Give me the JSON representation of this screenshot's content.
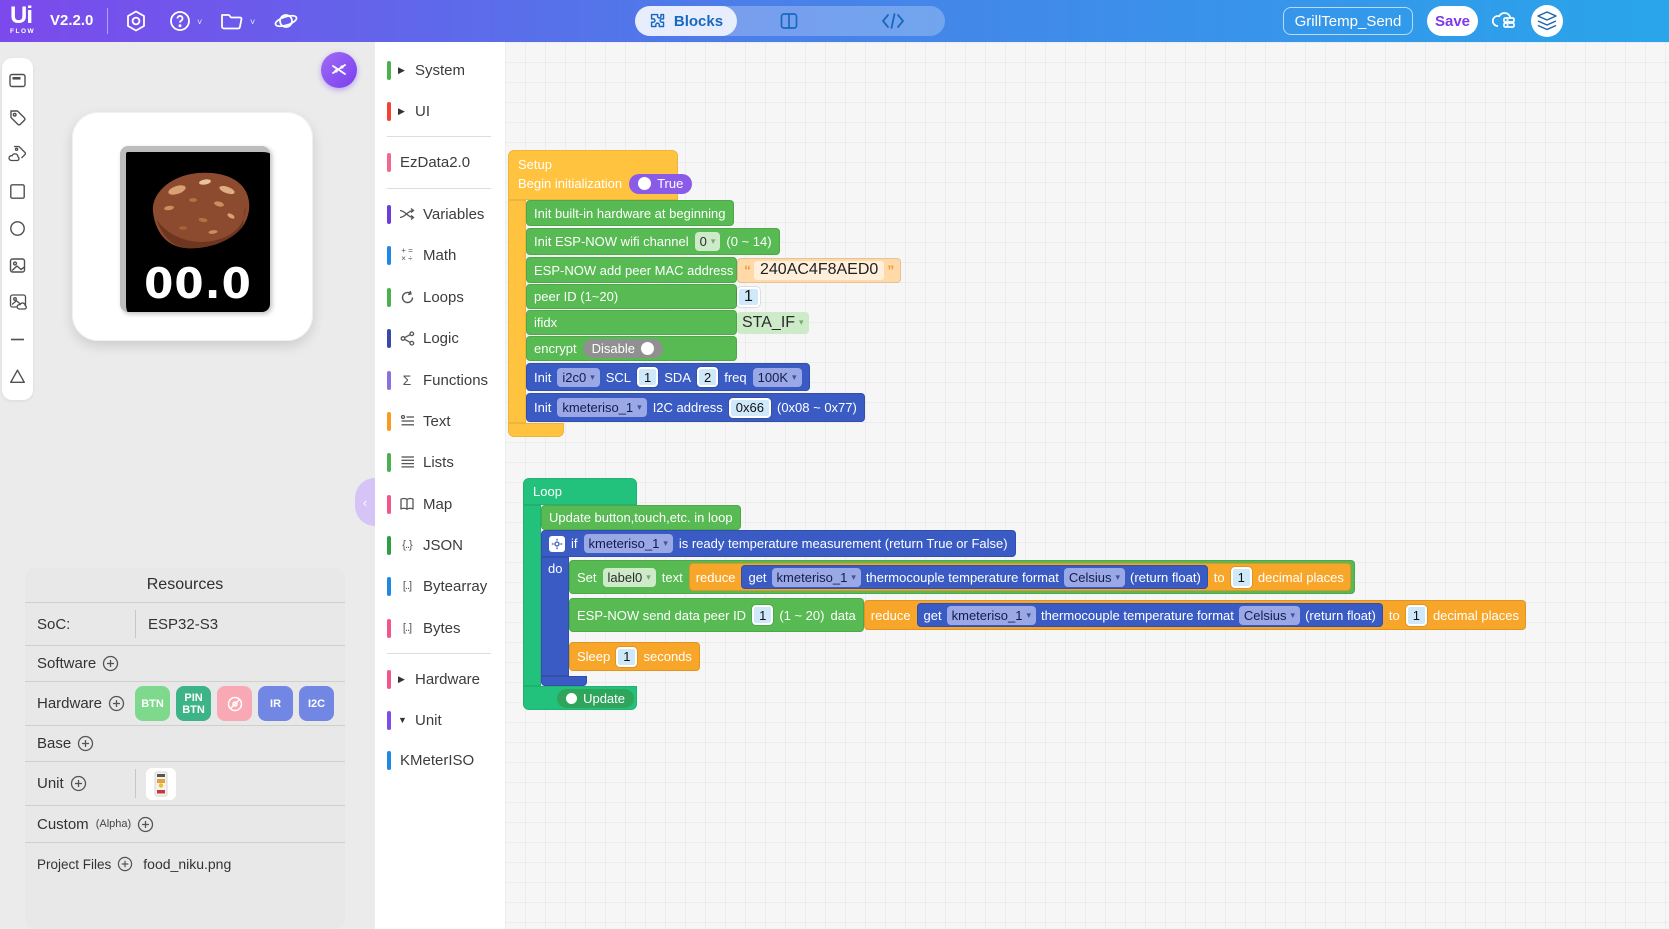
{
  "topbar": {
    "logo_line1": "Ui",
    "logo_line2": "FLOW",
    "version": "V2.2.0",
    "tabs": {
      "blocks_label": "Blocks"
    },
    "project_name": "GrillTemp_Send",
    "save_label": "Save"
  },
  "device_preview": {
    "screen_value": "00.0"
  },
  "resources": {
    "title": "Resources",
    "soc_label": "SoC:",
    "soc_value": "ESP32-S3",
    "software_label": "Software",
    "hardware_label": "Hardware",
    "hardware_badges": [
      {
        "label": "BTN",
        "color": "#7ED98C"
      },
      {
        "label": "PIN BTN",
        "color": "#3CB487"
      },
      {
        "label": "",
        "icon": "led-off-icon",
        "color": "#F8A9B4"
      },
      {
        "label": "IR",
        "color": "#7287E3"
      },
      {
        "label": "I2C",
        "color": "#7287E3"
      }
    ],
    "base_label": "Base",
    "unit_label": "Unit",
    "custom_label": "Custom",
    "custom_suffix": "(Alpha)",
    "project_files_label": "Project Files",
    "project_file": "food_niku.png"
  },
  "categories": [
    {
      "label": "System",
      "color": "#4CAF50"
    },
    {
      "label": "UI",
      "color": "#F44336"
    },
    {
      "label": "EzData2.0",
      "color": "#F2688C"
    },
    {
      "label": "Variables",
      "color": "#6A3FD8"
    },
    {
      "label": "Math",
      "color": "#1E88E5"
    },
    {
      "label": "Loops",
      "color": "#4CAF50"
    },
    {
      "label": "Logic",
      "color": "#3949AB"
    },
    {
      "label": "Functions",
      "color": "#8E6FE0"
    },
    {
      "label": "Text",
      "color": "#FB9A20"
    },
    {
      "label": "Lists",
      "color": "#4CAF50"
    },
    {
      "label": "Map",
      "color": "#F2568C"
    },
    {
      "label": "JSON",
      "color": "#2E9E44"
    },
    {
      "label": "Bytearray",
      "color": "#1E88E5"
    },
    {
      "label": "Bytes",
      "color": "#F2568C"
    },
    {
      "label": "Hardware",
      "color": "#F2568C"
    },
    {
      "label": "Unit",
      "color": "#7C4DE8"
    },
    {
      "label": "KMeterISO",
      "color": "#1E88E5"
    }
  ],
  "setup": {
    "title": "Setup",
    "begin_label": "Begin initialization",
    "begin_value": "True",
    "init_hardware": "Init built-in hardware at beginning",
    "wifi_channel_label": "Init ESP-NOW wifi channel",
    "wifi_channel_value": "0",
    "wifi_channel_range": "(0 ~ 14)",
    "mac_label": "ESP-NOW add peer MAC address",
    "mac_value": "240AC4F8AED0",
    "peer_label": "peer ID (1~20)",
    "peer_value": "1",
    "ifidx_label": "ifidx",
    "ifidx_value": "STA_IF",
    "encrypt_label": "encrypt",
    "encrypt_value": "Disable",
    "i2c": {
      "init": "Init",
      "bus": "i2c0",
      "scl_label": "SCL",
      "scl": "1",
      "sda_label": "SDA",
      "sda": "2",
      "freq_label": "freq",
      "freq": "100K"
    },
    "kmeter": {
      "init": "Init",
      "dev": "kmeteriso_1",
      "addr_label": "I2C address",
      "addr": "0x66",
      "range": "(0x08 ~ 0x77)"
    }
  },
  "loop": {
    "title": "Loop",
    "update_row": "Update button,touch,etc. in loop",
    "if_label": "if",
    "if_device": "kmeteriso_1",
    "if_condition": "is ready temperature measurement (return True or False)",
    "do_label": "do",
    "set": {
      "set_label": "Set",
      "device": "label0",
      "text_label": "text"
    },
    "espnow": {
      "label": "ESP-NOW send data peer ID",
      "peer": "1",
      "range": "(1 ~ 20)",
      "data_label": "data"
    },
    "sleep": {
      "label": "Sleep",
      "value": "1",
      "unit": "seconds"
    },
    "update_button": "Update"
  },
  "reduce": {
    "reduce": "reduce",
    "get": "get",
    "device": "kmeteriso_1",
    "mid": "thermocouple temperature format",
    "format": "Celsius",
    "ret": "(return float)",
    "to": "to",
    "places": "1",
    "suffix": "decimal places"
  },
  "colors": {
    "topbar_gradient_left": "#7C49EC",
    "topbar_gradient_right": "#29A5EA",
    "accent_purple": "#7C3AED",
    "setup_block": "#FFC340",
    "statement_green": "#57BA52",
    "loop_green": "#22C27C",
    "logic_blue": "#3A5BC4",
    "orange_block": "#F8A62A",
    "string_block": "#FFD9A8"
  }
}
